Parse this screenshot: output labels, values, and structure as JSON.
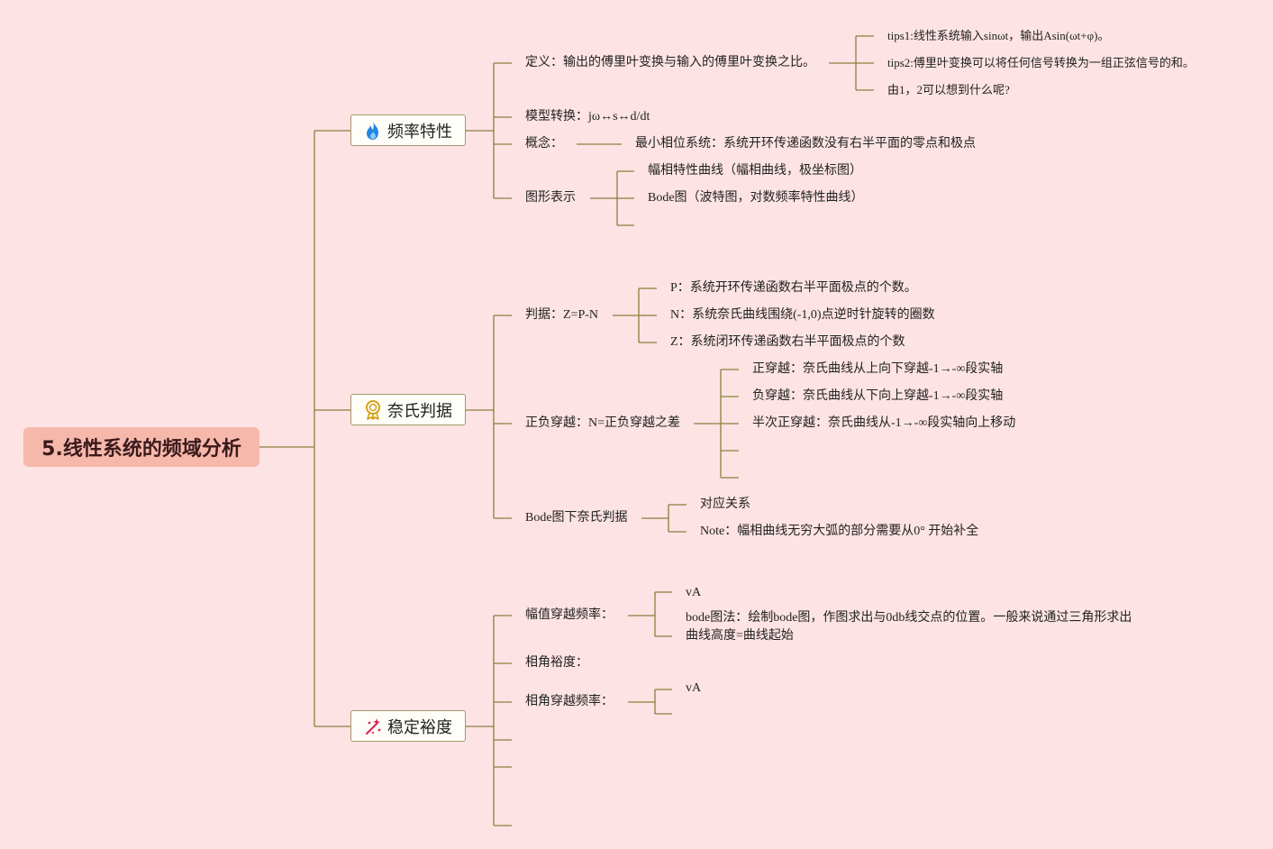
{
  "root": {
    "title": "5.线性系统的频域分析"
  },
  "branches": {
    "freq": {
      "label": "频率特性",
      "icon": "flame-icon",
      "definition": "定义：输出的傅里叶变换与输入的傅里叶变换之比。",
      "tips1": "tips1:线性系统输入sinωt，输出Asin(ωt+φ)。",
      "tips2": "tips2:傅里叶变换可以将任何信号转换为一组正弦信号的和。",
      "tips3": "由1，2可以想到什么呢?",
      "model": "模型转换：jω↔s↔d/dt",
      "concept": "概念：",
      "min_phase": "最小相位系统：系统开环传递函数没有右半平面的零点和极点",
      "graph": "图形表示",
      "polar": "幅相特性曲线（幅相曲线，极坐标图）",
      "bode": "Bode图（波特图，对数频率特性曲线）"
    },
    "nyquist": {
      "label": "奈氏判据",
      "icon": "award-icon",
      "criterion": "判据：Z=P-N",
      "p_def": "P：系统开环传递函数右半平面极点的个数。",
      "n_def": "N：系统奈氏曲线围绕(-1,0)点逆时针旋转的圈数",
      "z_def": "Z：系统闭环传递函数右半平面极点的个数",
      "crossing": "正负穿越：N=正负穿越之差",
      "pos_cross": "正穿越：奈氏曲线从上向下穿越-1→-∞段实轴",
      "neg_cross": "负穿越：奈氏曲线从下向上穿越-1→-∞段实轴",
      "half_cross": "半次正穿越：奈氏曲线从-1→-∞段实轴向上移动",
      "bode_nyquist": "Bode图下奈氏判据",
      "correspondence": "对应关系",
      "note": "Note：幅相曲线无穷大弧的部分需要从0° 开始补全"
    },
    "margin": {
      "label": "稳定裕度",
      "icon": "sparkle-icon",
      "gain_cross": "幅值穿越频率：",
      "va1": "vA",
      "bode_method_line1": "bode图法：绘制bode图，作图求出与0db线交点的位置。一般来说通过三角形求出",
      "bode_method_line2": "曲线高度=曲线起始",
      "phase_margin": "相角裕度：",
      "phase_cross": "相角穿越频率：",
      "va2": "vA"
    }
  },
  "colors": {
    "background": "#fde3e3",
    "root_fill": "#f7b8ac",
    "line": "#8a7f3e",
    "branch_border": "#a39a6a"
  }
}
